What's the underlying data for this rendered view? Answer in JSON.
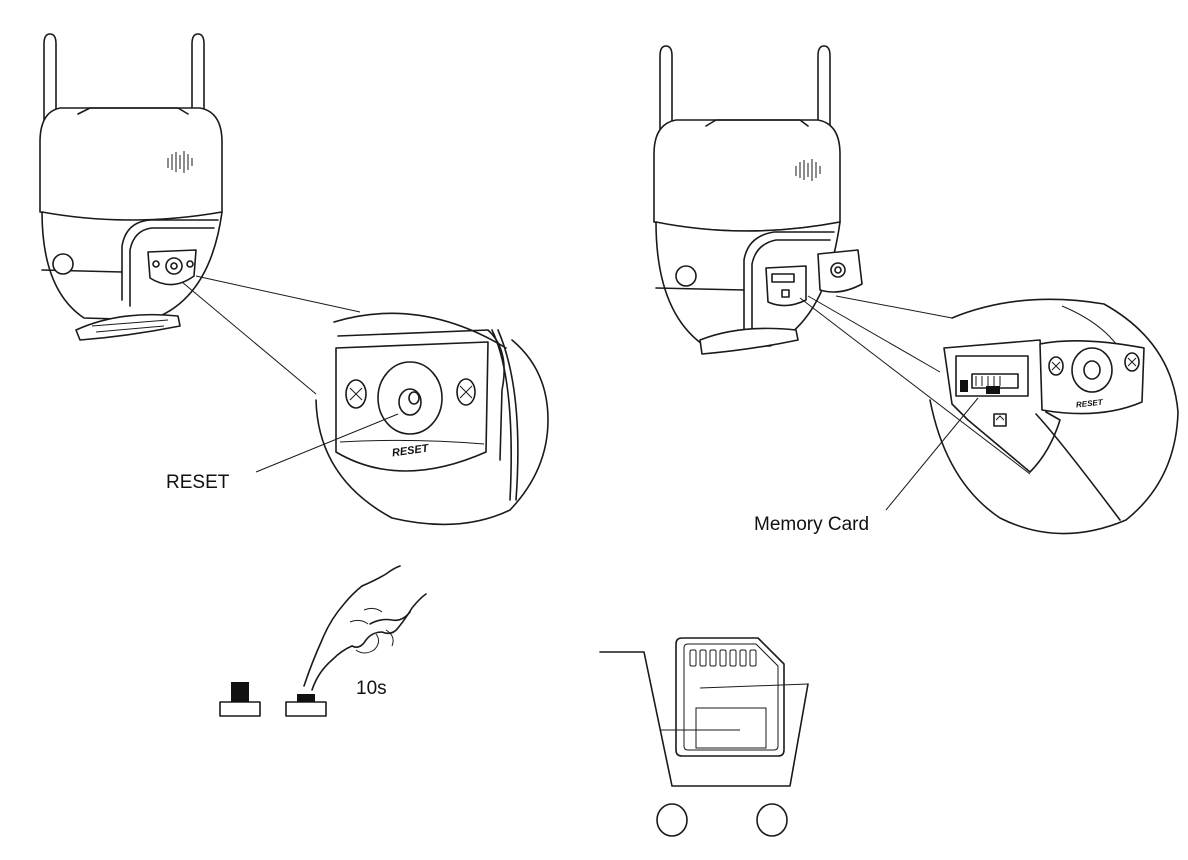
{
  "labels": {
    "reset": "RESET",
    "memory_card": "Memory Card",
    "duration": "10s",
    "button_text": "RESET"
  }
}
